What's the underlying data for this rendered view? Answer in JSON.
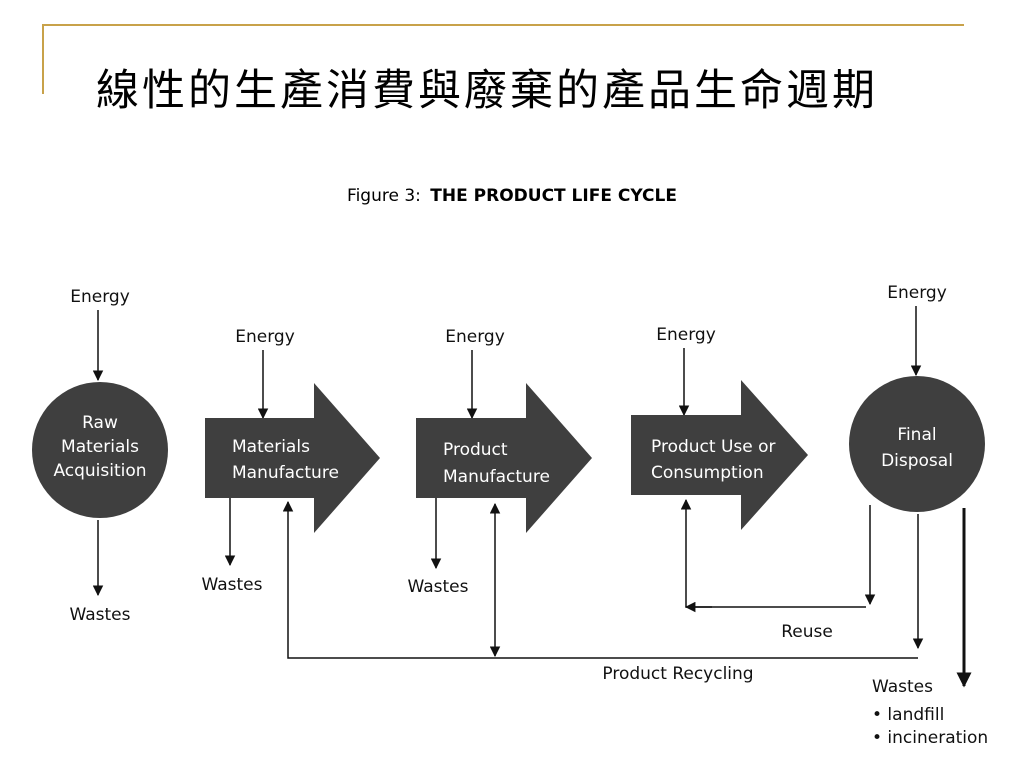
{
  "slide": {
    "title": "線性的生產消費與廢棄的產品生命週期"
  },
  "figure": {
    "prefix": "Figure 3:",
    "name": "THE PRODUCT LIFE CYCLE"
  },
  "stages": {
    "raw_materials": [
      "Raw",
      "Materials",
      "Acquisition"
    ],
    "materials_manufacture": [
      "Materials",
      "Manufacture"
    ],
    "product_manufacture": [
      "Product",
      "Manufacture"
    ],
    "product_use": [
      "Product Use or",
      "Consumption"
    ],
    "final_disposal": [
      "Final",
      "Disposal"
    ]
  },
  "labels": {
    "energy": "Energy",
    "wastes": "Wastes",
    "reuse": "Reuse",
    "product_recycling": "Product Recycling",
    "disposal_options": [
      "• landfill",
      "• incineration"
    ]
  },
  "colors": {
    "shape_fill": "#3f3f3f",
    "shape_text": "#ffffff",
    "line": "#111111",
    "accent_rule": "#c8a24a"
  }
}
